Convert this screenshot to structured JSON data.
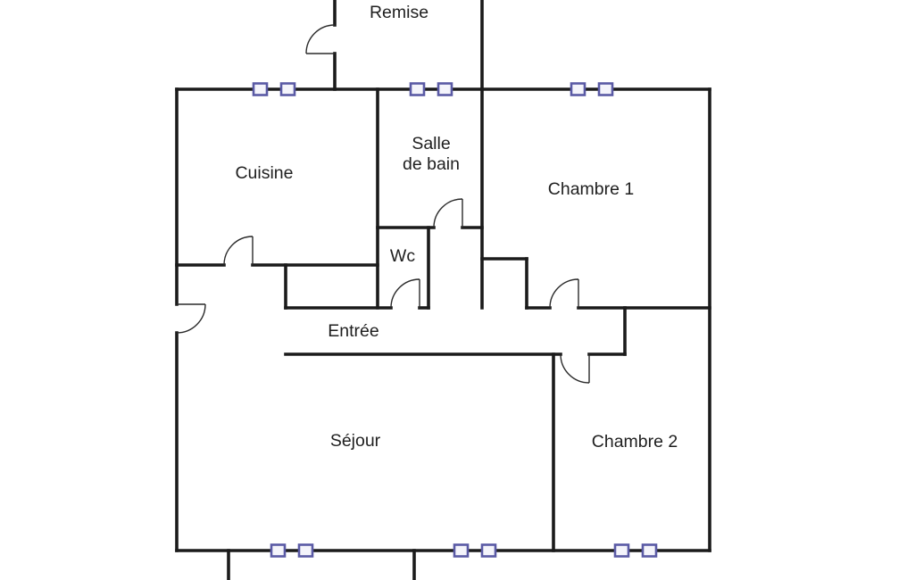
{
  "colors": {
    "wall": "#1b1b1b",
    "door": "#2a2a2a",
    "window_frame": "#5a5aa5",
    "text": "#1f1f1f",
    "background": "#ffffff"
  },
  "rooms": {
    "remise": {
      "label": "Remise"
    },
    "cuisine": {
      "label": "Cuisine"
    },
    "salle_de_bain": {
      "label_line1": "Salle",
      "label_line2": "de bain"
    },
    "chambre1": {
      "label": "Chambre 1"
    },
    "wc": {
      "label": "Wc"
    },
    "entree": {
      "label": "Entrée"
    },
    "sejour": {
      "label": "Séjour"
    },
    "chambre2": {
      "label": "Chambre 2"
    }
  }
}
